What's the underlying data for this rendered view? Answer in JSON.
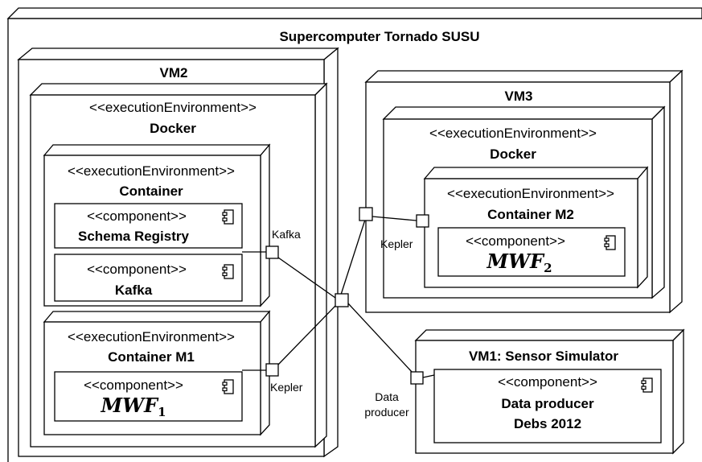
{
  "supercomputer": {
    "title": "Supercomputer Tornado SUSU"
  },
  "vm2": {
    "title": "VM2",
    "docker": {
      "stereotype": "<<executionEnvironment>>",
      "name": "Docker"
    },
    "container": {
      "stereotype": "<<executionEnvironment>>",
      "name": "Container",
      "components": [
        {
          "stereotype": "<<component>>",
          "name": "Schema Registry"
        },
        {
          "stereotype": "<<component>>",
          "name": "Kafka"
        }
      ],
      "port_label": "Kafka"
    },
    "container_m1": {
      "stereotype": "<<executionEnvironment>>",
      "name": "Container M1",
      "component": {
        "stereotype": "<<component>>",
        "name": "MWF",
        "subscript": "1"
      },
      "port_label": "Kepler"
    }
  },
  "vm3": {
    "title": "VM3",
    "docker": {
      "stereotype": "<<executionEnvironment>>",
      "name": "Docker"
    },
    "container_m2": {
      "stereotype": "<<executionEnvironment>>",
      "name": "Container M2",
      "component": {
        "stereotype": "<<component>>",
        "name": "MWF",
        "subscript": "2"
      },
      "port_label": "Kepler"
    }
  },
  "vm1": {
    "title": "VM1: Sensor Simulator",
    "component": {
      "stereotype": "<<component>>",
      "name_line1": "Data producer",
      "name_line2": "Debs 2012"
    },
    "port_label_line1": "Data",
    "port_label_line2": "producer"
  }
}
